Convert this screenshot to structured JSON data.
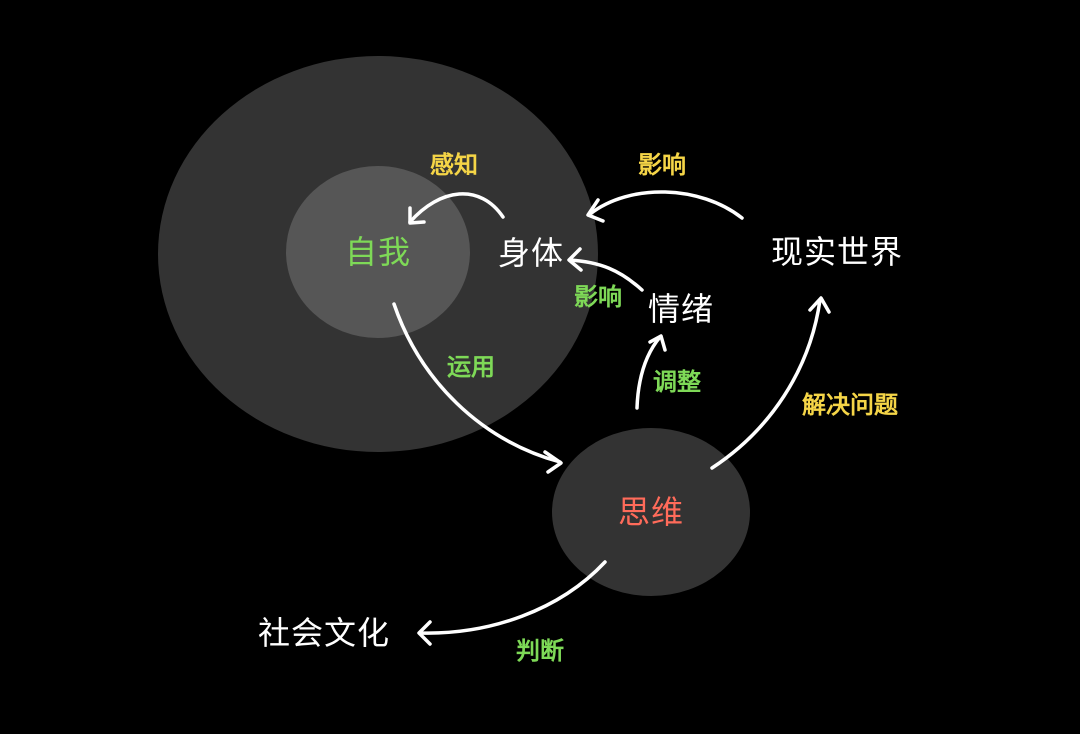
{
  "colors": {
    "background": "#000000",
    "outer_circle": "#333333",
    "inner_circle": "#565656",
    "thinking_circle": "#333333",
    "arrow": "#ffffff",
    "green": "#7ed957",
    "yellow": "#f5d547",
    "red": "#ff6b5a",
    "white": "#ffffff"
  },
  "nodes": {
    "self": "自我",
    "body": "身体",
    "emotion": "情绪",
    "real_world": "现实世界",
    "thinking": "思维",
    "social_culture": "社会文化"
  },
  "edges": {
    "perceive": "感知",
    "world_affects_body": "影响",
    "emotion_affects_body": "影响",
    "apply": "运用",
    "adjust": "调整",
    "solve_problems": "解决问题",
    "judge": "判断"
  }
}
